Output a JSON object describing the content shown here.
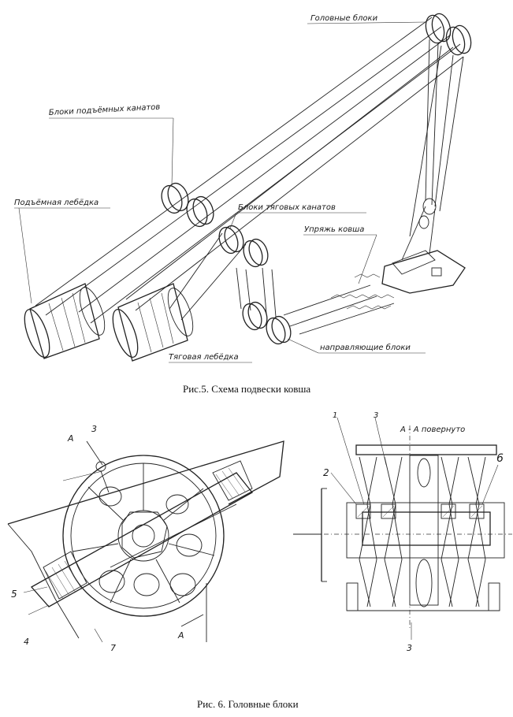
{
  "figure5": {
    "caption": "Рис.5. Схема подвески ковша",
    "labels": {
      "head_blocks": "Головные блоки",
      "lift_rope_blocks": "Блоки подъёмных канатов",
      "lift_winch": "Подъёмная лебёдка",
      "traction_rope_blocks": "Блоки тяговых канатов",
      "bucket_control": "Упряжь ковша",
      "traction_winch": "Тяговая лебёдка",
      "guide_blocks": "направляющие блоки"
    }
  },
  "figure6": {
    "caption": "Рис. 6. Головные блоки",
    "section_label": "А - А повернуто",
    "left_numbers": {
      "n3": "3",
      "n5": "5",
      "n4": "4",
      "n7": "7",
      "a_top": "А",
      "a_bottom": "А"
    },
    "right_numbers": {
      "n1": "1",
      "n3top": "3",
      "n2": "2",
      "n6": "6",
      "n3bottom": "3"
    }
  }
}
